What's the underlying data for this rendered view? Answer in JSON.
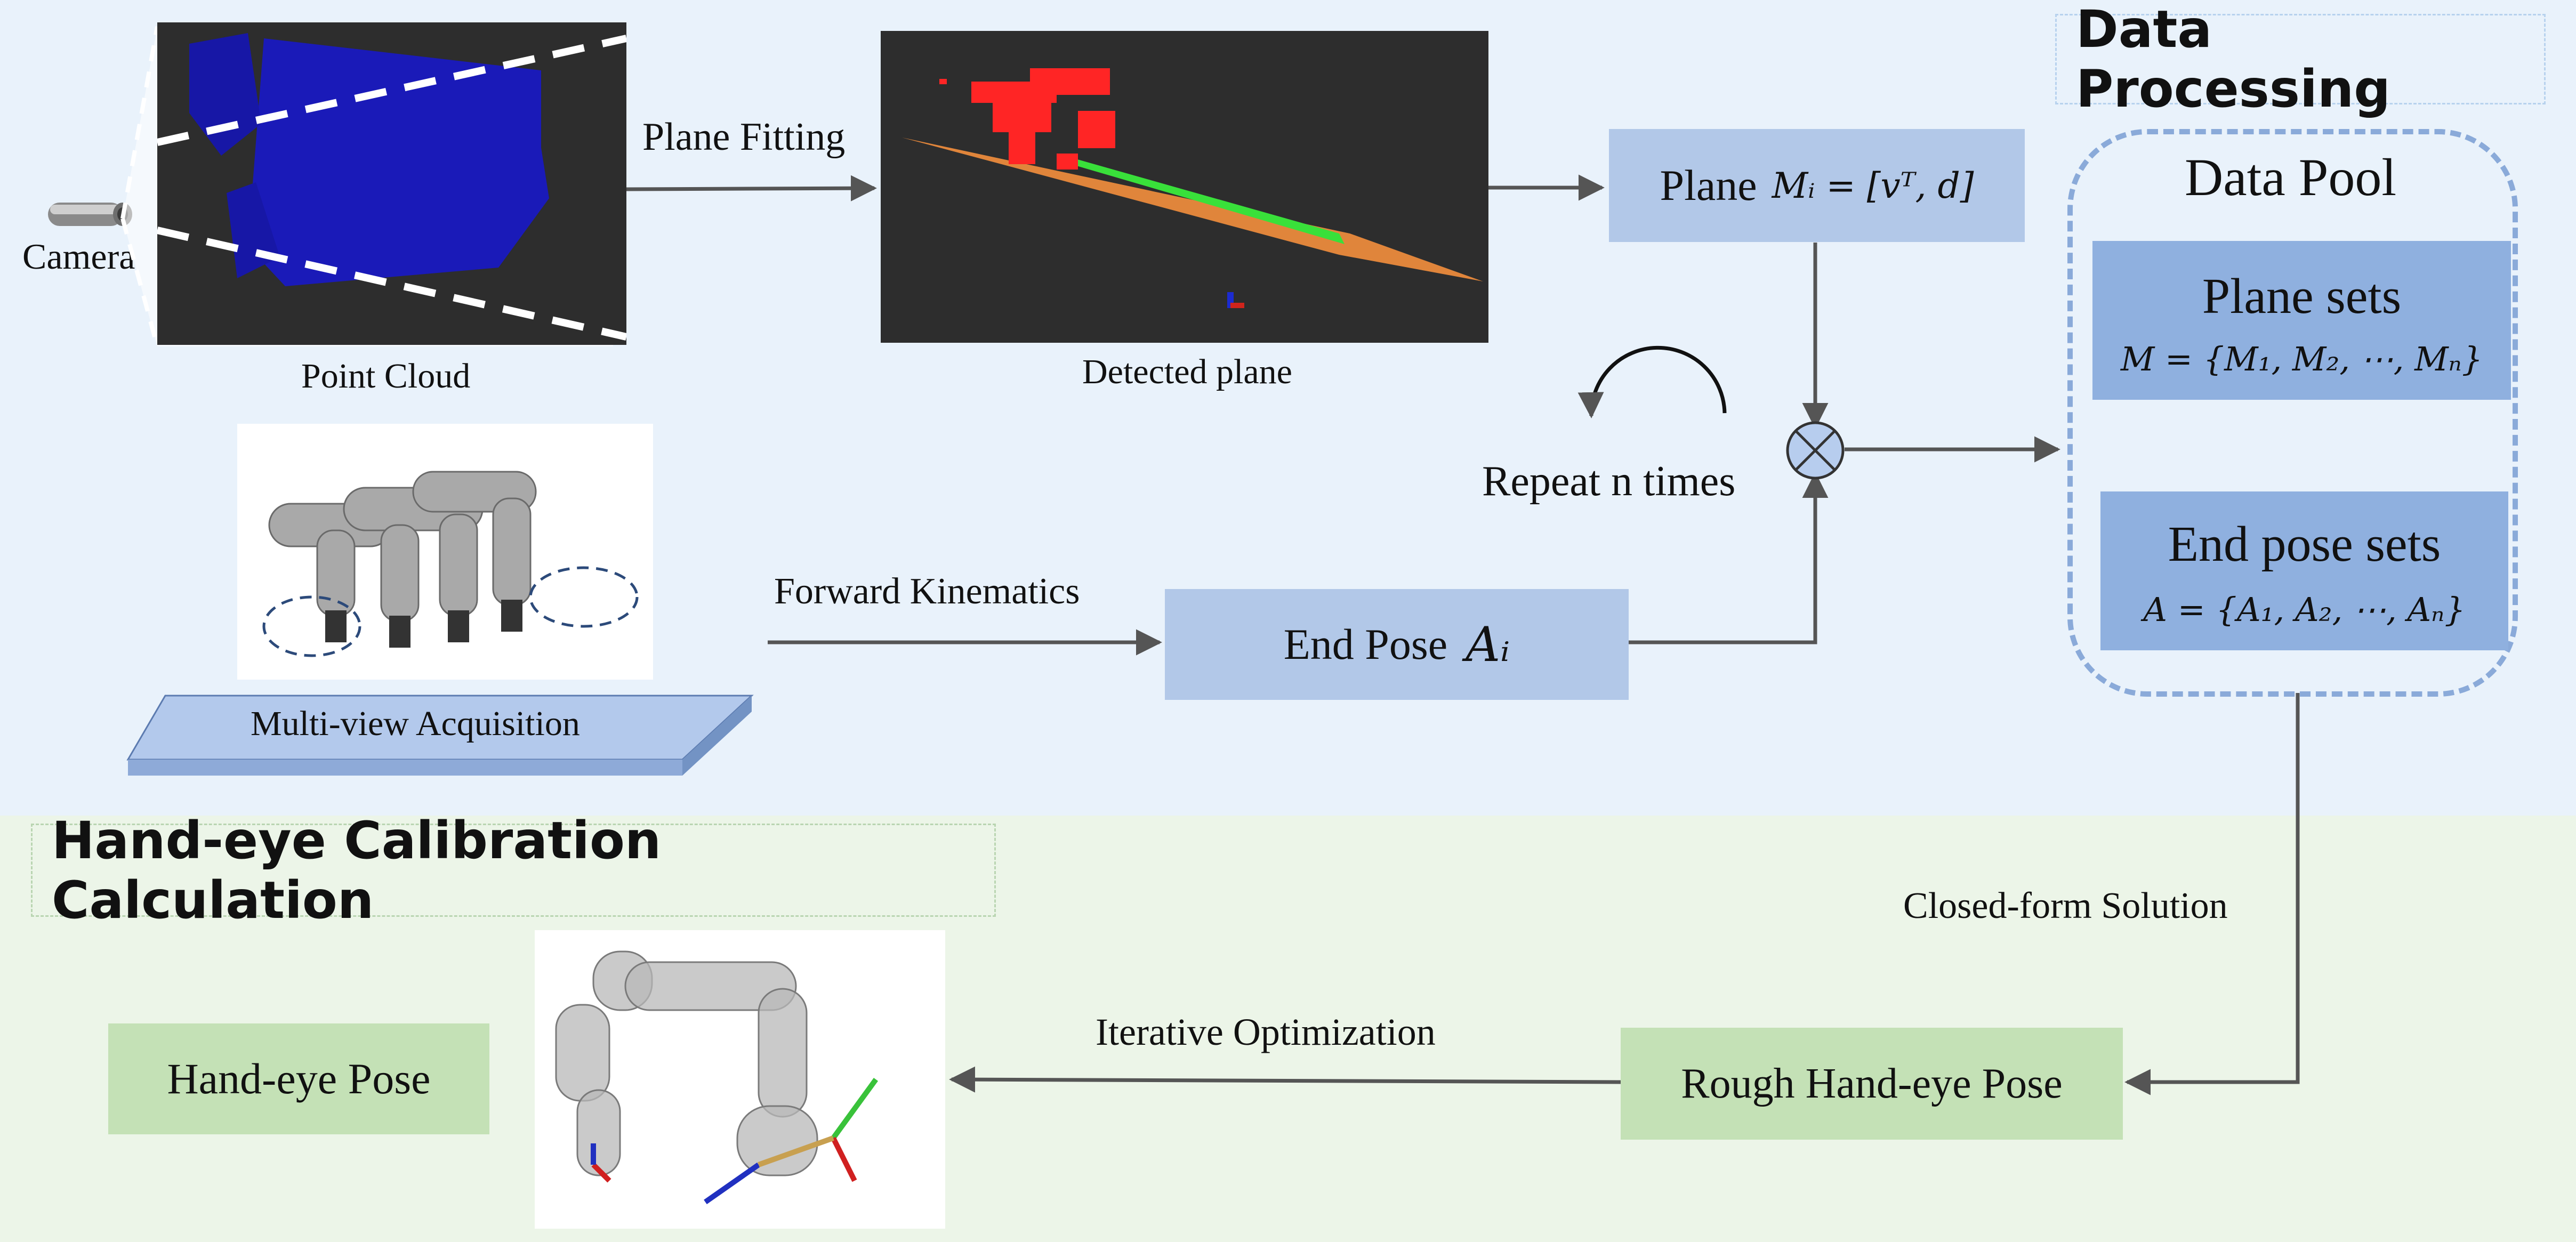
{
  "sections": {
    "data_processing": "Data Processing",
    "calibration": "Hand-eye Calibration Calculation"
  },
  "camera": {
    "label": "Camera"
  },
  "point_cloud": {
    "caption": "Point Cloud"
  },
  "detected_plane": {
    "caption": "Detected plane"
  },
  "arrows": {
    "plane_fitting": "Plane Fitting",
    "forward_kinematics": "Forward Kinematics",
    "closed_form": "Closed-form Solution",
    "iterative": "Iterative Optimization"
  },
  "plane_box": {
    "label": "Plane",
    "formula": "Mᵢ = [vᵀ, d]"
  },
  "repeat": {
    "label": "Repeat n times"
  },
  "end_pose_box": {
    "label": "End Pose",
    "symbol": "Aᵢ"
  },
  "multiview": {
    "label": "Multi-view Acquisition"
  },
  "data_pool": {
    "title": "Data Pool",
    "plane_sets": {
      "title": "Plane sets",
      "formula": "M = {M₁, M₂, ⋯, Mₙ}"
    },
    "end_pose_sets": {
      "title": "End pose sets",
      "formula": "A = {A₁, A₂, ⋯, Aₙ}"
    }
  },
  "rough_pose": {
    "label": "Rough Hand-eye Pose"
  },
  "hand_eye_pose": {
    "label": "Hand-eye Pose"
  },
  "colors": {
    "top_panel": "#e9f2fb",
    "bottom_panel": "#ecf5e8",
    "blue_box": "#b2c8e8",
    "set_box": "#8fb0df",
    "green_box": "#c4e1b6",
    "arrow": "#555555",
    "dashed_border": "#8aaad9"
  }
}
